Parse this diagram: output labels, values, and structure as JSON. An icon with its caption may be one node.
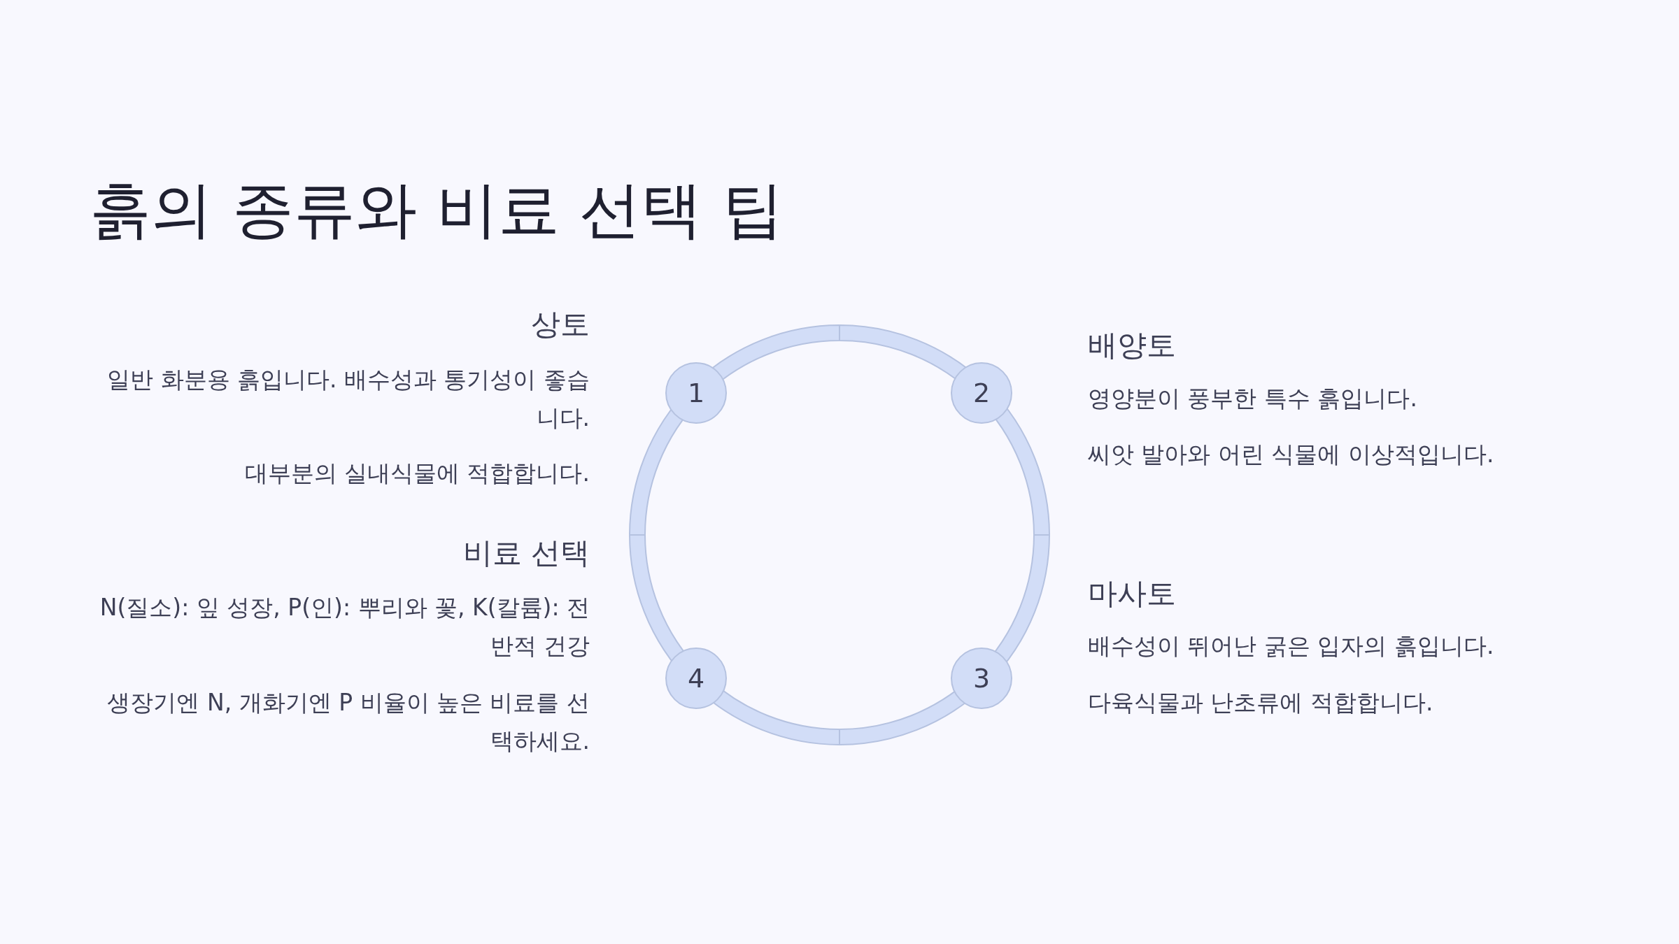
{
  "diagram": {
    "title": "흙의 종류와 비료 선택 팁",
    "nodes": [
      {
        "text": [
          "1"
        ],
        "beside": [
          "상토",
          "일반 화분용 흙입니다. 배수성과 통기성이 좋습니다.",
          "대부분의 실내식물에 적합합니다."
        ]
      },
      {
        "text": [
          "2"
        ],
        "beside": [
          "배양토",
          "영양분이 풍부한 특수 흙입니다.",
          "씨앗 발아와 어린 식물에 이상적입니다."
        ]
      },
      {
        "text": [
          "3"
        ],
        "beside": [
          "마사토",
          "배수성이 뛰어난 굵은 입자의 흙입니다.",
          "다육식물과 난초류에 적합합니다."
        ]
      },
      {
        "text": [
          "4"
        ],
        "beside": [
          "비료 선택",
          "N(질소): 잎 성장, P(인): 뿌리와 꽃, K(칼륨): 전반적 건강",
          "생장기엔 N, 개화기엔 P 비율이 높은 비료를 선택하세요."
        ]
      }
    ]
  }
}
